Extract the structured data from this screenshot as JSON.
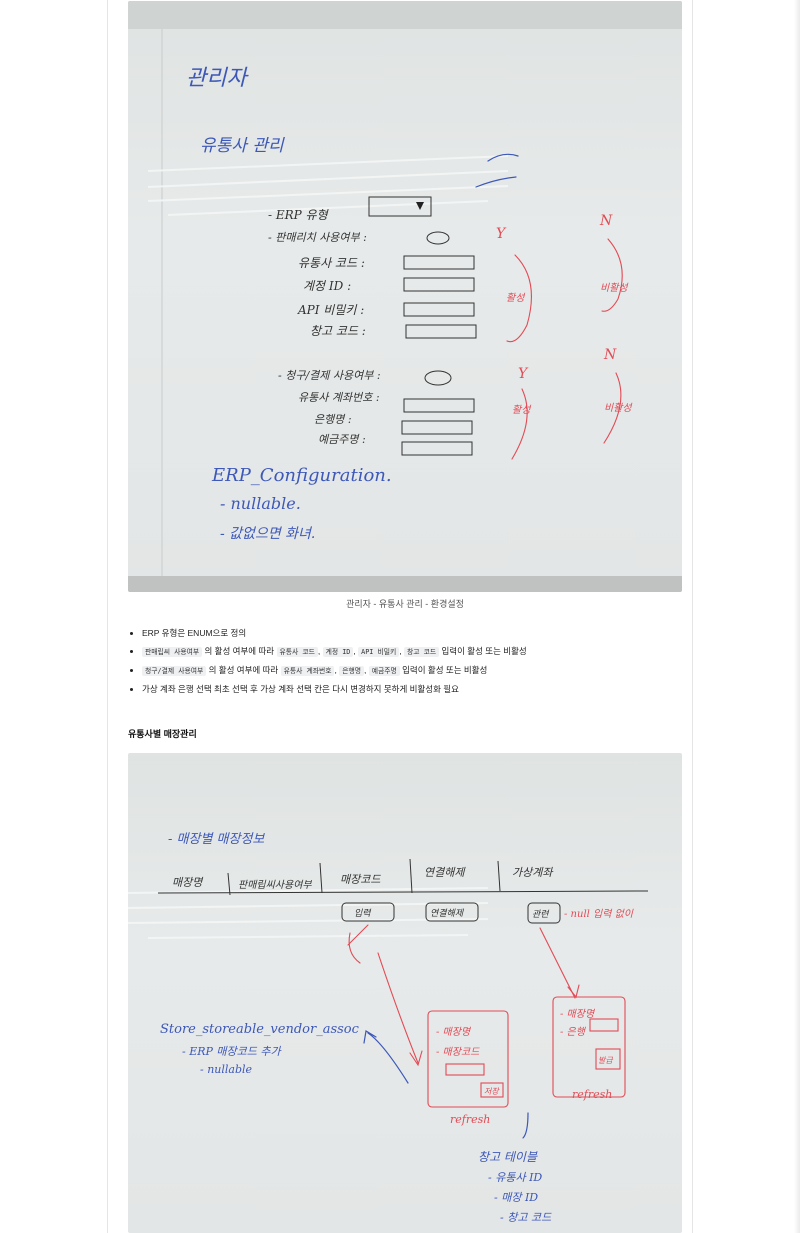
{
  "figure1": {
    "caption": "관리자 - 유통사 관리 - 환경설정",
    "board": {
      "title": "관리자",
      "subtitle": "유통사 관리",
      "field_erp": "- ERP 유형",
      "field_usage": "- 판매리치 사용여부 :",
      "field_code": "유통사 코드 :",
      "field_account": "계정 ID :",
      "field_pw": "API 비밀키 :",
      "field_wh": "창고 코드 :",
      "field_pay": "- 청구/결제 사용여부 :",
      "field_vacct": "유통사 계좌번호 :",
      "field_bank": "은행명 :",
      "field_holder": "예금주명 :",
      "erp_conf": "ERP_Configuration.",
      "nullable": "- nullable.",
      "note": "- 값없으면 화녀.",
      "y1": "Y",
      "n1": "N",
      "y2": "Y",
      "n2": "N",
      "active": "활성",
      "inactive": "비활성"
    }
  },
  "notes": [
    {
      "parts": [
        {
          "t": "ERP 유형은 ENUM으로 정의"
        }
      ]
    },
    {
      "parts": [
        {
          "c": "판매립씨 사용여부"
        },
        {
          "t": " 의 활성 여부에 따라 "
        },
        {
          "c": "유통사 코드"
        },
        {
          "t": ", "
        },
        {
          "c": "계정 ID"
        },
        {
          "t": ", "
        },
        {
          "c": "API 비밀키"
        },
        {
          "t": ", "
        },
        {
          "c": "창고 코드"
        },
        {
          "t": " 입력이 활성 또는 비활성"
        }
      ]
    },
    {
      "parts": [
        {
          "c": "청구/결제 사용여부"
        },
        {
          "t": " 의 활성 여부에 따라 "
        },
        {
          "c": "유통사 계좌번호"
        },
        {
          "t": ", "
        },
        {
          "c": "은행명"
        },
        {
          "t": ", "
        },
        {
          "c": "예금주명"
        },
        {
          "t": " 입력이 활성 또는 비활성"
        }
      ]
    },
    {
      "parts": [
        {
          "t": "가상 계좌 은행 선택 최초 선택 후 가상 계좌 선택 칸은 다시 변경하지 못하게 비활성화 필요"
        }
      ]
    }
  ],
  "section2": {
    "title": "유통사별 매장관리",
    "board": {
      "heading": "- 매장별 매장정보",
      "col1": "매장명",
      "col2": "판매립씨사용여부",
      "col3": "매장코드",
      "col4": "연결해제",
      "col5": "가상계좌",
      "btn_input": "입력",
      "btn_disconnect": "연결해제",
      "btn_vacct": "관련",
      "null_note": "- null 입력 없이",
      "store_table": "Store_storeable_vendor_assoc",
      "erp_code": "- ERP 매장코드 추가",
      "nullable": "- nullable",
      "popup1_a": "- 매장명",
      "popup1_b": "- 매장코드",
      "popup1_btn": "저장",
      "popup2_a": "- 매장명",
      "popup2_b": "- 은행",
      "popup2_btn": "발급",
      "refresh1": "refresh",
      "refresh2": "refresh",
      "bottom_a": "창고 테이블",
      "bottom_b": "- 유통사 ID",
      "bottom_c": "- 매장 ID",
      "bottom_d": "- 창고 코드"
    }
  }
}
